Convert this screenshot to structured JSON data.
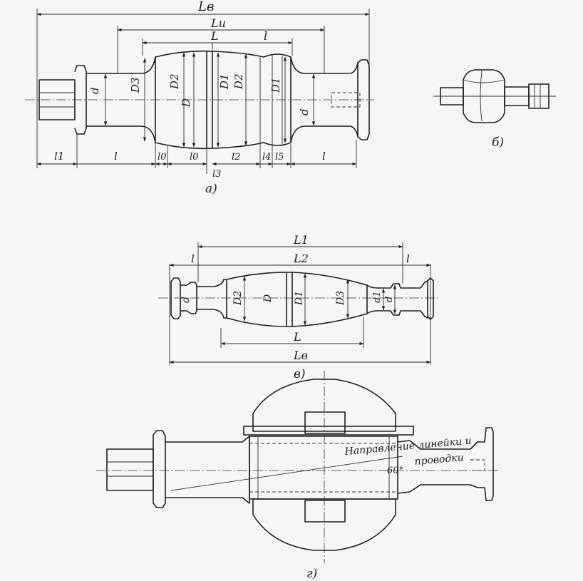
{
  "figure_a": {
    "caption": "а)",
    "labels": {
      "LB": "Lв",
      "Lu": "Lu",
      "L": "L",
      "l_top": "l",
      "D3": "D3",
      "D2a": "D2",
      "D": "D",
      "D1a": "D1",
      "D2b": "D2",
      "D1b": "D1",
      "d_left": "d",
      "d_right": "d",
      "l1": "l1",
      "l_left": "l",
      "l0a": "l0",
      "l0b": "l0",
      "l2": "l2",
      "l3": "l3",
      "l4": "l4",
      "l5": "l5",
      "l_right": "l"
    }
  },
  "figure_b": {
    "caption": "б)"
  },
  "figure_v": {
    "caption": "в)",
    "labels": {
      "L1": "L1",
      "L2": "L2",
      "l_left": "l",
      "l_right": "l",
      "d_left": "d",
      "D2": "D2",
      "D": "D",
      "D1": "D1",
      "D3": "D3",
      "d1": "d1",
      "d_right": "d",
      "L": "L",
      "LB": "Lв"
    }
  },
  "figure_g": {
    "caption": "г)",
    "note_line1": "Направление линейки и",
    "note_line2": "проводки",
    "angle": "60°"
  }
}
